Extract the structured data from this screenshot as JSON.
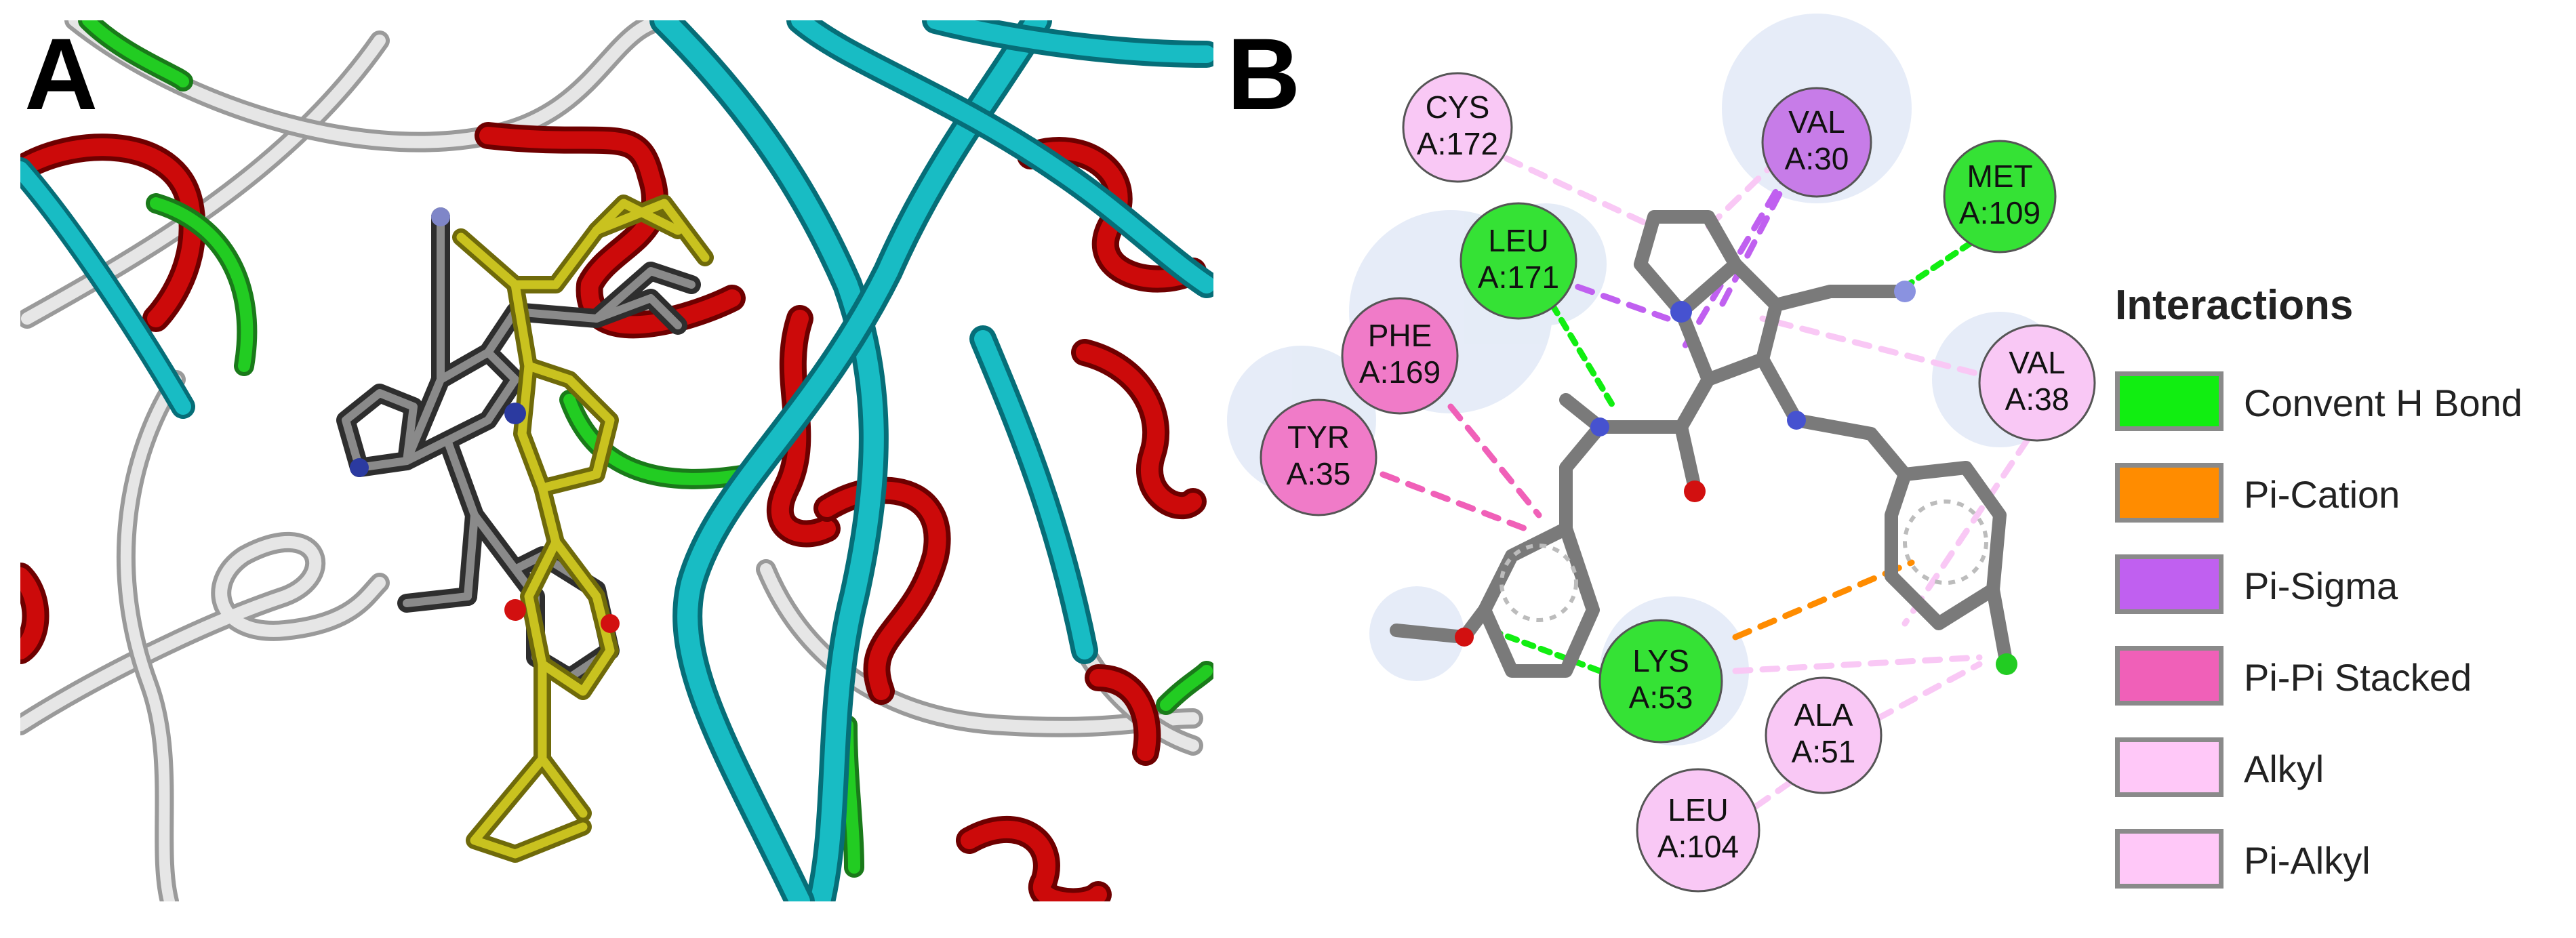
{
  "panels": {
    "a_label": "A",
    "b_label": "B"
  },
  "residues": [
    {
      "id": "cys172",
      "name": "CYS",
      "pos": "A:172",
      "type": "alkyl",
      "color": "#f9c8f5"
    },
    {
      "id": "val30",
      "name": "VAL",
      "pos": "A:30",
      "type": "pi-sigma",
      "color": "#c77ce8"
    },
    {
      "id": "met109",
      "name": "MET",
      "pos": "A:109",
      "type": "h-bond",
      "color": "#35e235"
    },
    {
      "id": "leu171",
      "name": "LEU",
      "pos": "A:171",
      "type": "h-bond",
      "color": "#35e235"
    },
    {
      "id": "phe169",
      "name": "PHE",
      "pos": "A:169",
      "type": "pi-pi",
      "color": "#f07bc8"
    },
    {
      "id": "val38",
      "name": "VAL",
      "pos": "A:38",
      "type": "alkyl",
      "color": "#f9c8f5"
    },
    {
      "id": "tyr35",
      "name": "TYR",
      "pos": "A:35",
      "type": "pi-pi",
      "color": "#f07bc8"
    },
    {
      "id": "lys53",
      "name": "LYS",
      "pos": "A:53",
      "type": "h-bond",
      "color": "#35e235"
    },
    {
      "id": "ala51",
      "name": "ALA",
      "pos": "A:51",
      "type": "alkyl",
      "color": "#f9c8f5"
    },
    {
      "id": "leu104",
      "name": "LEU",
      "pos": "A:104",
      "type": "alkyl",
      "color": "#f9c8f5"
    }
  ],
  "legend": {
    "title": "Interactions",
    "items": [
      {
        "label": "Convent H Bond",
        "color": "#11ee11"
      },
      {
        "label": "Pi-Cation",
        "color": "#ff8c00"
      },
      {
        "label": "Pi-Sigma",
        "color": "#c060f0"
      },
      {
        "label": "Pi-Pi Stacked",
        "color": "#f060b8"
      },
      {
        "label": "Alkyl",
        "color": "#ffc8f8"
      },
      {
        "label": "Pi-Alkyl",
        "color": "#ffc8f8"
      }
    ]
  }
}
